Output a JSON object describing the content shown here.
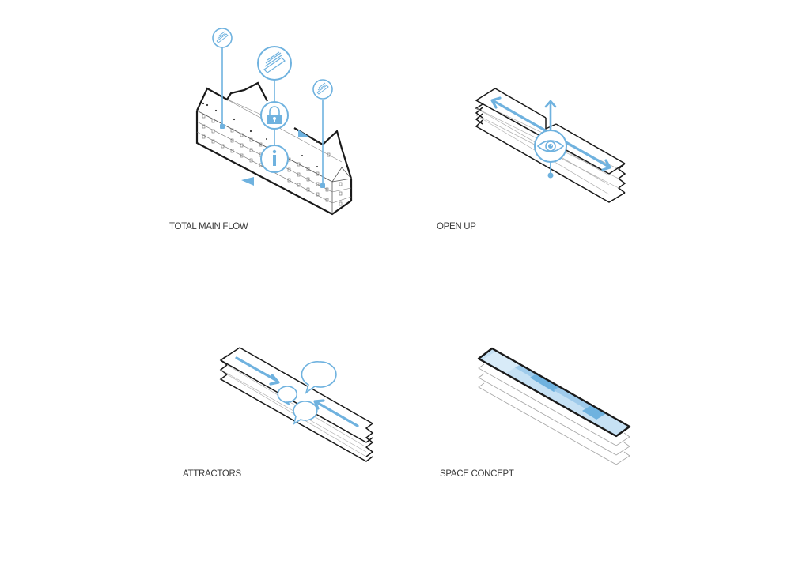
{
  "colors": {
    "outline": "#1a1a1a",
    "accent": "#6fb2df",
    "accent_light": "#c6e1f4",
    "accent_mid": "#9fcbeb",
    "accent_dark": "#5ea6d9",
    "thin_line": "#9a9a9a"
  },
  "panels": [
    {
      "id": "total-main-flow",
      "label": "TOTAL MAIN FLOW",
      "icons": [
        "stairs-icon",
        "stairs-icon",
        "stairs-icon",
        "lock-icon",
        "info-icon",
        "direction-arrow-icon",
        "direction-arrow-icon"
      ]
    },
    {
      "id": "open-up",
      "label": "OPEN UP",
      "icons": [
        "eye-icon",
        "double-arrow-icon",
        "up-arrow-icon"
      ]
    },
    {
      "id": "attractors",
      "label": "ATTRACTORS",
      "icons": [
        "speech-bubble-icon",
        "speech-bubble-icon",
        "speech-bubble-icon",
        "arrow-icon",
        "arrow-icon"
      ]
    },
    {
      "id": "space-concept",
      "label": "SPACE CONCEPT",
      "icons": []
    }
  ]
}
